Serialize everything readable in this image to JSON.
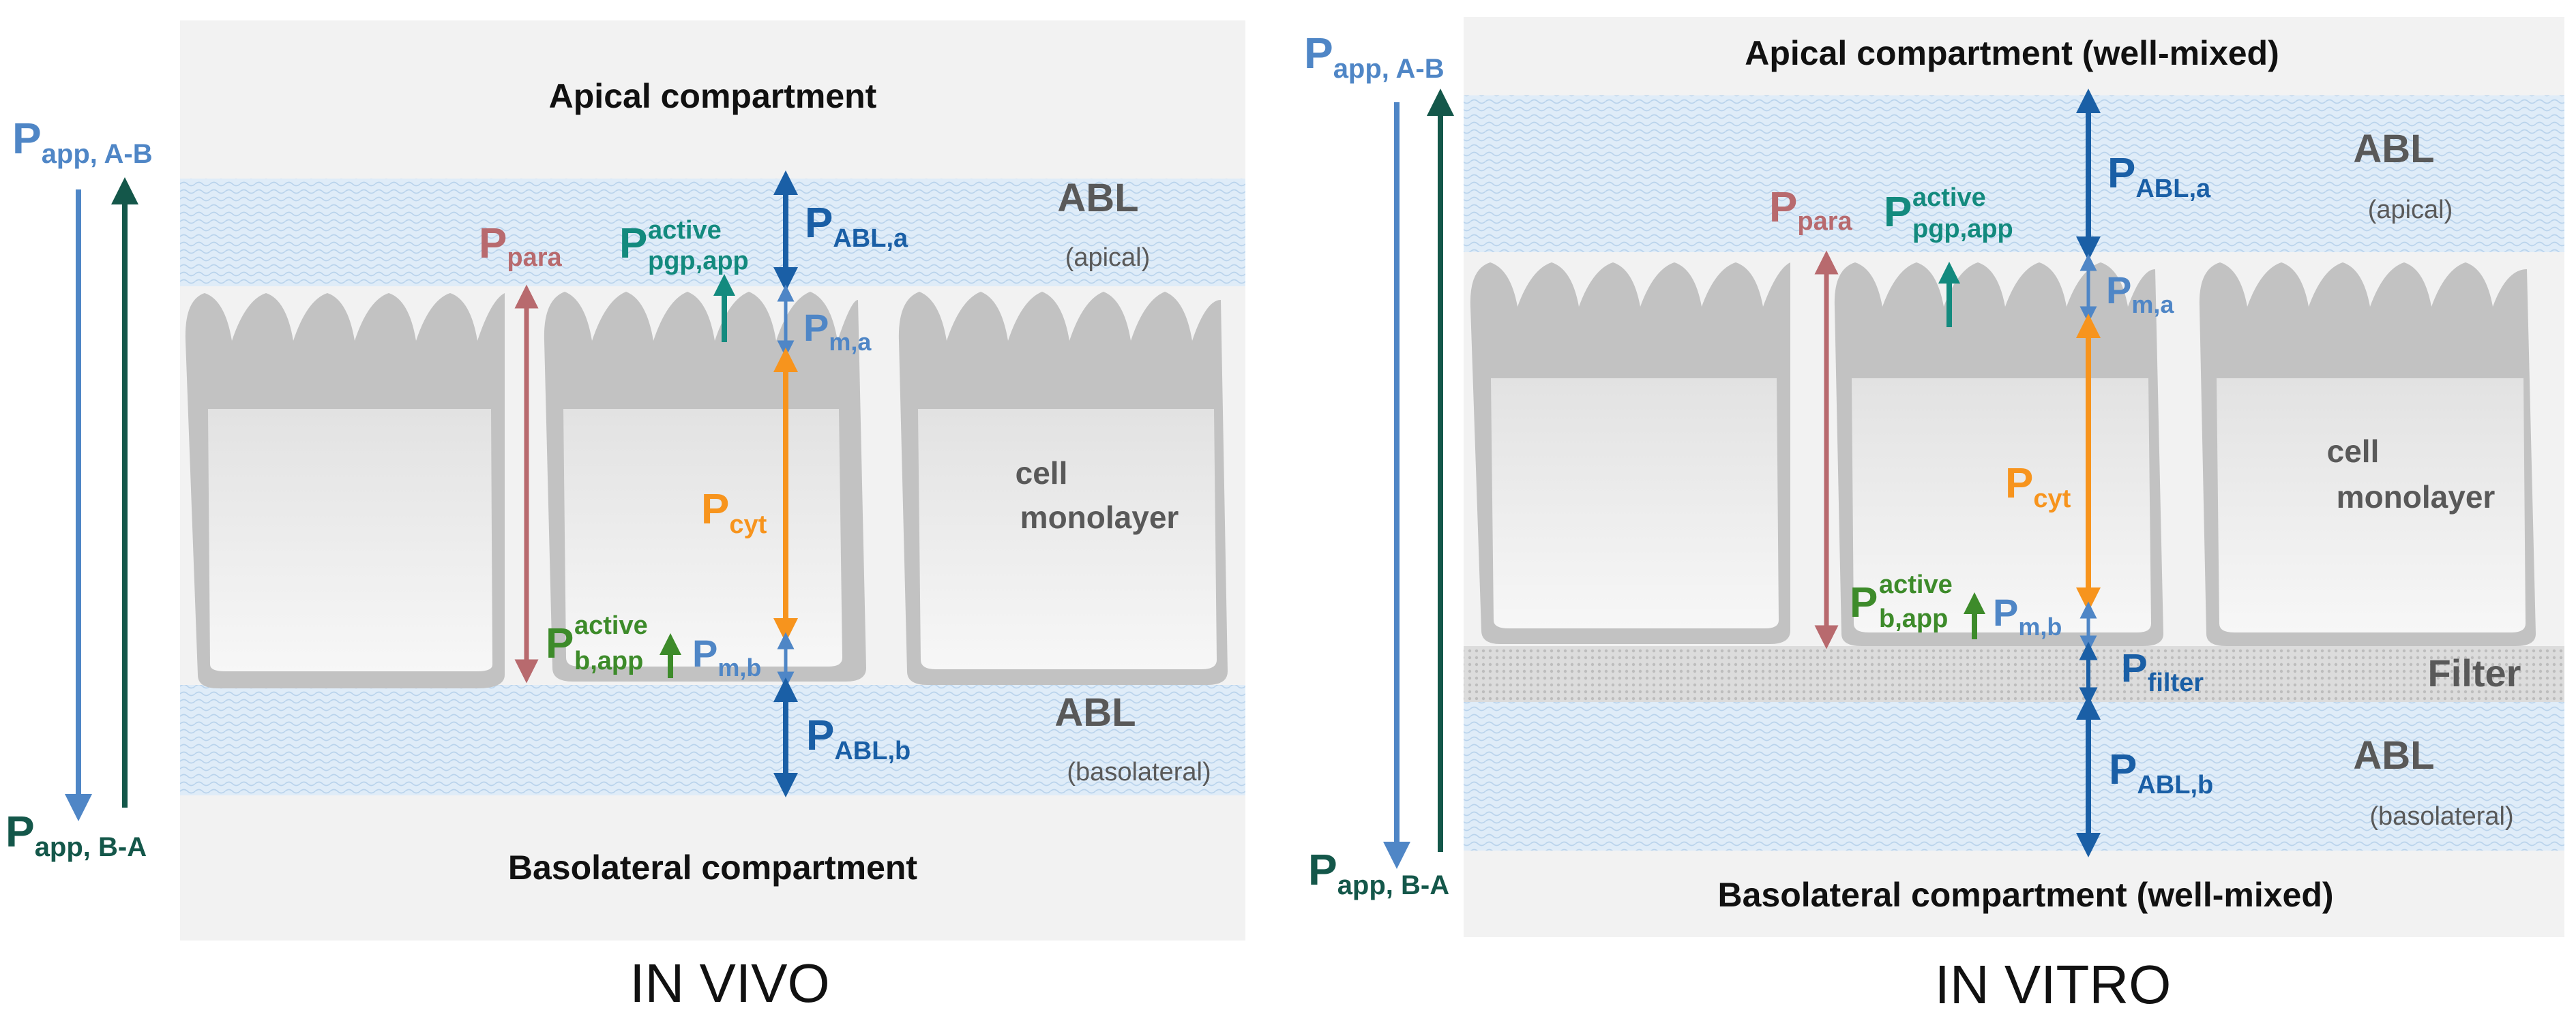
{
  "panels": {
    "vivo": {
      "caption": "IN VIVO",
      "apical_title": "Apical compartment",
      "basolateral_title": "Basolateral compartment",
      "abl_top": {
        "label": "ABL",
        "sub": "(apical)"
      },
      "abl_bottom": {
        "label": "ABL",
        "sub": "(basolateral)"
      },
      "cell_label_1": "cell",
      "cell_label_2": "monolayer"
    },
    "vitro": {
      "caption": "IN VITRO",
      "apical_title": "Apical compartment (well-mixed)",
      "basolateral_title": "Basolateral compartment (well-mixed)",
      "abl_top": {
        "label": "ABL",
        "sub": "(apical)"
      },
      "abl_bottom": {
        "label": "ABL",
        "sub": "(basolateral)"
      },
      "filter_label": "Filter",
      "cell_label_1": "cell",
      "cell_label_2": "monolayer"
    }
  },
  "symbols": {
    "P": "P",
    "app_ab": "app, A-B",
    "app_ba": "app, B-A",
    "para": "para",
    "active": "active",
    "pgp_app": "pgp,app",
    "b_app": "b,app",
    "abl_a": "ABL,a",
    "abl_b": "ABL,b",
    "m_a": "m,a",
    "m_b": "m,b",
    "cyt": "cyt",
    "filter": "filter"
  },
  "colors": {
    "light_blue": "#4f86c6",
    "dark_teal": "#14574a",
    "teal": "#138a7e",
    "rose": "#b86a6e",
    "green": "#3d8b2a",
    "dark_blue": "#1a5fa6",
    "orange": "#f7941d",
    "gray_text": "#595959",
    "bg_panel": "#f2f2f2",
    "abl_fill": "#dbe9f6",
    "cell_outer": "#c2c2c2",
    "cell_inner": "#e6e6e6"
  }
}
